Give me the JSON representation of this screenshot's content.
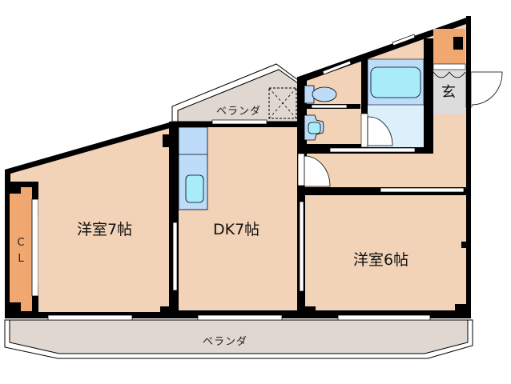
{
  "floor_plan": {
    "layout_type": "3DK",
    "colors": {
      "room_floor": "#f2d3b8",
      "closet_floor": "#f0a870",
      "balcony_floor": "#e0d8d0",
      "wet_area": "#bcdcfa",
      "bath_tub": "#a8ecfa",
      "bath_floor": "#dcf0fc",
      "genkan_floor": "#dcdcdc",
      "wall": "#000000"
    },
    "rooms": [
      {
        "id": "western-room-7",
        "label": "洋室7帖"
      },
      {
        "id": "dk-7",
        "label": "DK7帖"
      },
      {
        "id": "western-room-6",
        "label": "洋室6帖"
      },
      {
        "id": "genkan",
        "label": "玄"
      },
      {
        "id": "closet",
        "label_top": "C",
        "label_bottom": "L"
      }
    ],
    "balconies": [
      {
        "id": "balcony-north",
        "label": "ベランダ"
      },
      {
        "id": "balcony-south",
        "label": "ベランダ"
      }
    ]
  }
}
